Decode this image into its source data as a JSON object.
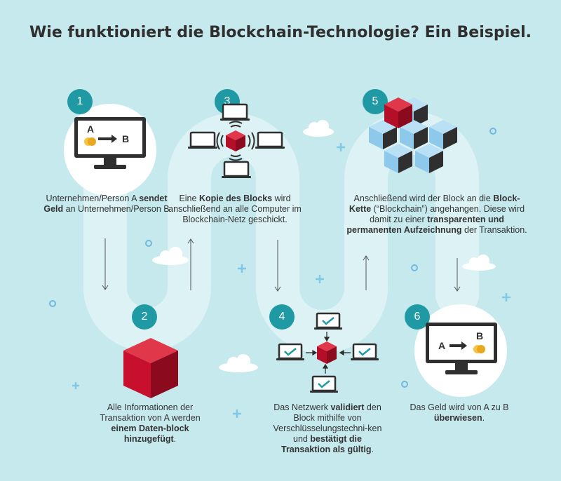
{
  "title": "Wie funktioniert die Blockchain-Technologie? Ein Beispiel.",
  "steps": [
    {
      "number": "1",
      "text": [
        {
          "t": "Unternehmen/Person A "
        },
        {
          "t": "sendet Geld",
          "b": true
        },
        {
          "t": " an Unternehmen/Person B"
        }
      ]
    },
    {
      "number": "2",
      "text": [
        {
          "t": "Alle Informationen der Transaktion von A werden "
        },
        {
          "t": "einem Daten-block hinzugefügt",
          "b": true
        },
        {
          "t": "."
        }
      ]
    },
    {
      "number": "3",
      "text": [
        {
          "t": "Eine "
        },
        {
          "t": "Kopie des Blocks",
          "b": true
        },
        {
          "t": " wird anschließend an alle Computer im Blockchain-Netz geschickt."
        }
      ]
    },
    {
      "number": "4",
      "text": [
        {
          "t": "Das Netzwerk "
        },
        {
          "t": "validiert",
          "b": true
        },
        {
          "t": " den Block mithilfe von Verschlüsselungstechni-ken und "
        },
        {
          "t": "bestätigt die Transaktion als gültig",
          "b": true
        },
        {
          "t": "."
        }
      ]
    },
    {
      "number": "5",
      "text": [
        {
          "t": "Anschließend wird der Block an die "
        },
        {
          "t": "Block-Kette",
          "b": true
        },
        {
          "t": " (“Blockchain”) angehangen. Diese wird damit zu einer "
        },
        {
          "t": "transparenten und permanenten Aufzeichnung",
          "b": true
        },
        {
          "t": " der Transaktion."
        }
      ]
    },
    {
      "number": "6",
      "text": [
        {
          "t": "Das Geld wird von A zu B "
        },
        {
          "t": "überwiesen",
          "b": true
        },
        {
          "t": "."
        }
      ]
    }
  ],
  "monitor_1": {
    "from": "A",
    "to": "B"
  },
  "monitor_6": {
    "from": "A",
    "to": "B"
  },
  "colors": {
    "teal": "#1f9aa4",
    "path": "#dcf2f4",
    "background": "#c6e9ee",
    "block_red": "#c8102e",
    "block_blue": "#8ec8ea",
    "dark": "#2f2f2f",
    "check": "#1f9aa4"
  },
  "icons": [
    "monitor-icon",
    "coins-icon",
    "arrow-right-icon",
    "laptop-icon",
    "red-block-icon",
    "wifi-signal-icon",
    "check-icon",
    "cube-chain-icon",
    "cloud-icon",
    "plus-icon",
    "ring-icon",
    "down-arrow-icon",
    "up-arrow-icon"
  ]
}
